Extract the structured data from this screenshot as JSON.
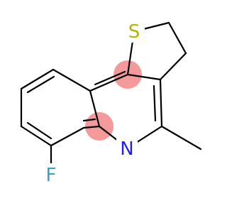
{
  "molecule": {
    "atoms": {
      "sulfur": {
        "symbol": "S",
        "color": "#b5b500"
      },
      "nitrogen": {
        "symbol": "N",
        "color": "#1f1ff0"
      },
      "fluorine": {
        "symbol": "F",
        "color": "#3aa0c0"
      }
    },
    "bond_color": "#000000",
    "highlight_color": "#f49a9a"
  }
}
